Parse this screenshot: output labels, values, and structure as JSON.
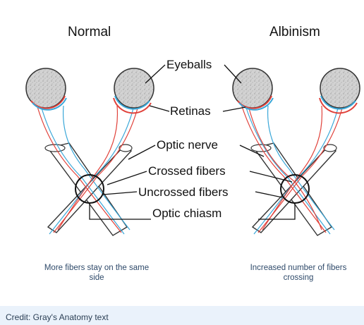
{
  "titles": {
    "normal": "Normal",
    "albinism": "Albinism"
  },
  "labels": {
    "eyeballs": "Eyeballs",
    "retinas": "Retinas",
    "optic_nerve": "Optic nerve",
    "crossed_fibers": "Crossed fibers",
    "uncrossed_fibers": "Uncrossed fibers",
    "optic_chiasm": "Optic chiasm"
  },
  "notes": {
    "normal": "More fibers stay on the same side",
    "albinism": "Increased number of fibers crossing"
  },
  "credit": "Credit: Gray's Anatomy text",
  "colors": {
    "crossed": "#e0413a",
    "uncrossed": "#3aa7d8",
    "eyeball": "#cfcfcf",
    "credit_bg": "#eaf2fb"
  }
}
